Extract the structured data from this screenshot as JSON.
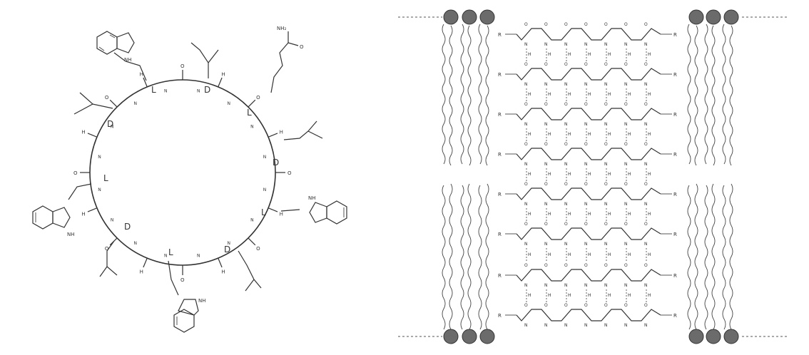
{
  "ring": {
    "stereo_labels": [
      {
        "id": "d-top",
        "text": "D"
      },
      {
        "id": "l-top",
        "text": "L"
      },
      {
        "id": "l-r1",
        "text": "L"
      },
      {
        "id": "d-left",
        "text": "D"
      },
      {
        "id": "d-r2",
        "text": "D"
      },
      {
        "id": "l-left",
        "text": "L"
      },
      {
        "id": "l-r3",
        "text": "L"
      },
      {
        "id": "d-bl",
        "text": "D"
      },
      {
        "id": "d-br",
        "text": "D"
      },
      {
        "id": "l-bot",
        "text": "L"
      }
    ],
    "atoms": {
      "amide_o": "O",
      "amide_n": "N",
      "amide_h": "H",
      "nh": "NH",
      "amine": "NH₂"
    }
  },
  "bilayer": {
    "atoms": {
      "r": "R",
      "o": "O",
      "n": "N",
      "h": "H"
    }
  }
}
